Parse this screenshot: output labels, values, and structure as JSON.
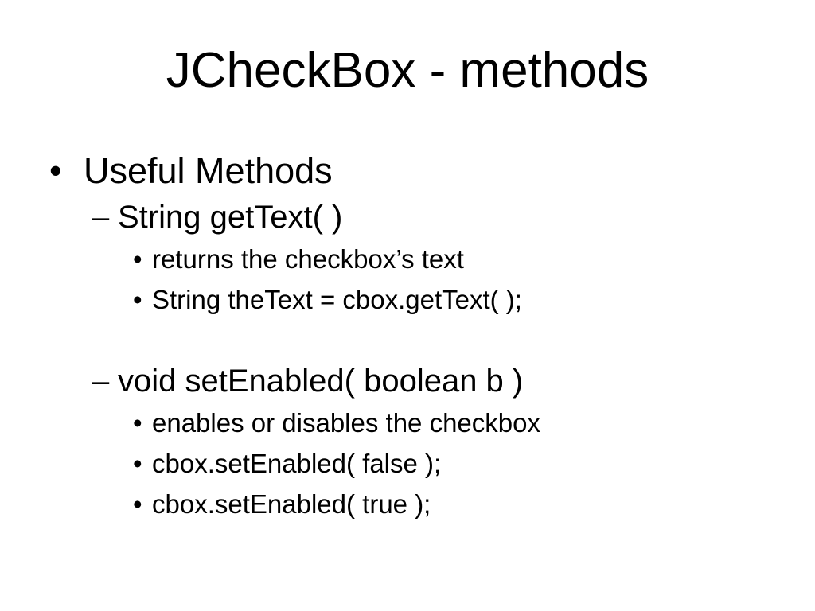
{
  "slide": {
    "title": "JCheckBox - methods",
    "colors": {
      "background": "#ffffff",
      "text": "#000000"
    },
    "bullets": [
      {
        "level": 1,
        "marker": "•",
        "text": "Useful Methods"
      },
      {
        "level": 2,
        "marker": "–",
        "text": "String getText( )"
      },
      {
        "level": 3,
        "marker": "•",
        "text": "returns the checkbox’s text"
      },
      {
        "level": 3,
        "marker": "•",
        "text": "String theText = cbox.getText( );"
      },
      {
        "level": 2,
        "marker": "–",
        "text": "void setEnabled( boolean b )"
      },
      {
        "level": 3,
        "marker": "•",
        "text": "enables or disables the checkbox"
      },
      {
        "level": 3,
        "marker": "•",
        "text": "cbox.setEnabled( false );"
      },
      {
        "level": 3,
        "marker": "•",
        "text": "cbox.setEnabled( true );"
      }
    ]
  }
}
